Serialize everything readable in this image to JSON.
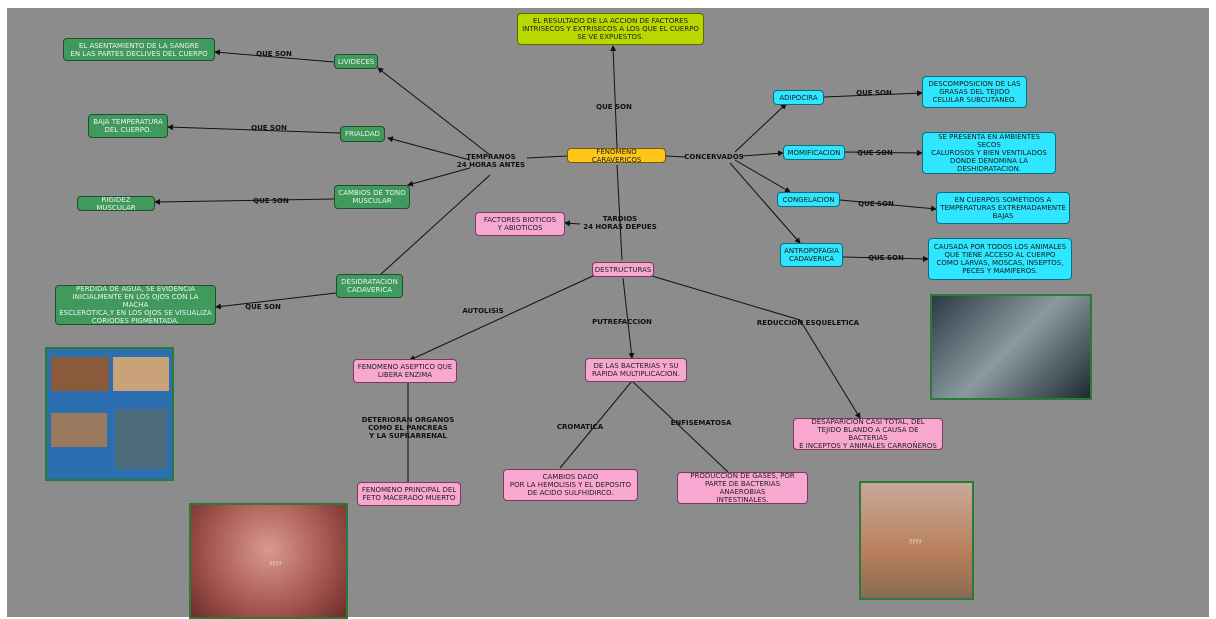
{
  "nodes": {
    "top_result": "EL RESULTADO DE LA ACCION DE FACTORES\nINTRISECOS Y EXTRISECOS  A LOS QUE EL CUERPO\nSE VE EXPUESTOS.",
    "center": "FENOMENO CARAVERICOS",
    "livideces": "LIVIDECES",
    "asentamiento": "EL ASENTAMIENTO DE LA SANGRE\nEN LAS PARTES DECLIVES DEL CUERPO",
    "frialdad": "FRIALDAD",
    "baja_temp": "BAJA TEMPERATURA\nDEL CUERPO.",
    "cambios_tono": "CAMBIOS DE TONO\nMUSCULAR",
    "rigidez": "RIGIDEZ MUSCULAR",
    "desidratacion": "DESIDRATACION\nCADAVERICA",
    "perdida_agua": "PERDIDA DE AGUA, SE EVIDENCIA\nINICIALMENTE EN LOS OJOS CON LA MACHA\nESCLEROTICA,Y EN LOS OJOS SE VISUALIZA\nCORIODES  PIGMENTADA.",
    "adipocira": "ADIPOCIRA",
    "descomposicion": "DESCOMPOSICION DE LAS\nGRASAS DEL TEJIDO\nCELULAR SUBCUTANEO.",
    "momificacion": "MOMIFICACION",
    "ambientes_secos": "SE PRESENTA EN AMBIENTES SECOS\nCALUROSOS Y BIEN VENTILADOS\nDONDE DENOMINA LA\nDESHIDRATACION.",
    "congelacion": "CONGELACION",
    "cuerpos_sometidos": "EN CUERPOS SOMETIDOS A\nTEMPERATURAS EXTREMADAMENTE\nBAJAS",
    "antropofagia": "ANTROPOFAGIA\nCADAVERICA",
    "causada": "CAUSADA POR TODOS LOS ANIMALES\nQUE TIENE ACCESO AL CUERPO\nCOMO LARVAS, MOSCAS, INSEPTOS,\nPECES Y MAMIFEROS.",
    "factores": "FACTORES BIOTICOS\nY ABIOTICOS",
    "destructuras": "DESTRUCTURAS",
    "aseptico": "FENOMENO ASEPTICO QUE\nLIBERA ENZIMA",
    "bacterias": "DE LAS BACTERIAS Y SU\nRAPIDA MULTIPLICACION.",
    "desaparicion": "DESAPARICION CASI TOTAL, DEL\nTEJIDO BLANDO A CAUSA DE BACTERIAS\nE INCEPTOS Y ANIMALES CARROÑEROS",
    "feto": "FENOMENO PRINCIPAL DEL\nFETO MACERADO MUERTO",
    "cambios_dado": "CAMBIOS DADO\nPOR LA HEMOLISIS Y EL DEPOSITO\nDE ACIDO SULFHIDIRCO.",
    "produccion_gases": "PRODUCCION DE GASES, POR\nPARTE DE BACTERIAS ANAEROBIAS\nINTESTINALES."
  },
  "labels": {
    "que_son_top": "QUE SON",
    "que_son_livideces": "QUE SON",
    "que_son_frialdad": "QUE SON",
    "que_son_cambios": "QUE SON",
    "que_son_desidratacion": "QUE SON",
    "que_son_adipocira": "QUE SON",
    "que_son_momificacion": "QUE SON",
    "que_son_congelacion": "QUE SON",
    "que_son_antropofagia": "QUE SON",
    "tempranos": "TEMPRANOS\n24 HORAS ANTES",
    "concervados": "CONCERVADOS",
    "tardios": "TARDIOS\n24 HORAS DEPUES",
    "autolisis": "AUTOLISIS",
    "putrefaccion": "PUTREFACCION",
    "reduccion": "REDUCCION ESQUELETICA",
    "deterioran": "DETERIORAN ORGANOS\nCOMO EL PANCREAS\nY LA SUPRARRENAL",
    "cromatica": "CROMATICA",
    "enfisematosa": "ENFISEMATOSA"
  },
  "photos": {
    "photo_torso_caption": "????",
    "photo_back_caption": "????"
  },
  "colors": {
    "canvas": "#8c8c8c",
    "green": "#3f9a5c",
    "cyan": "#2ee6ff",
    "pink": "#f8a8d0",
    "gold": "#ffc61a",
    "lime": "#b8d800"
  }
}
